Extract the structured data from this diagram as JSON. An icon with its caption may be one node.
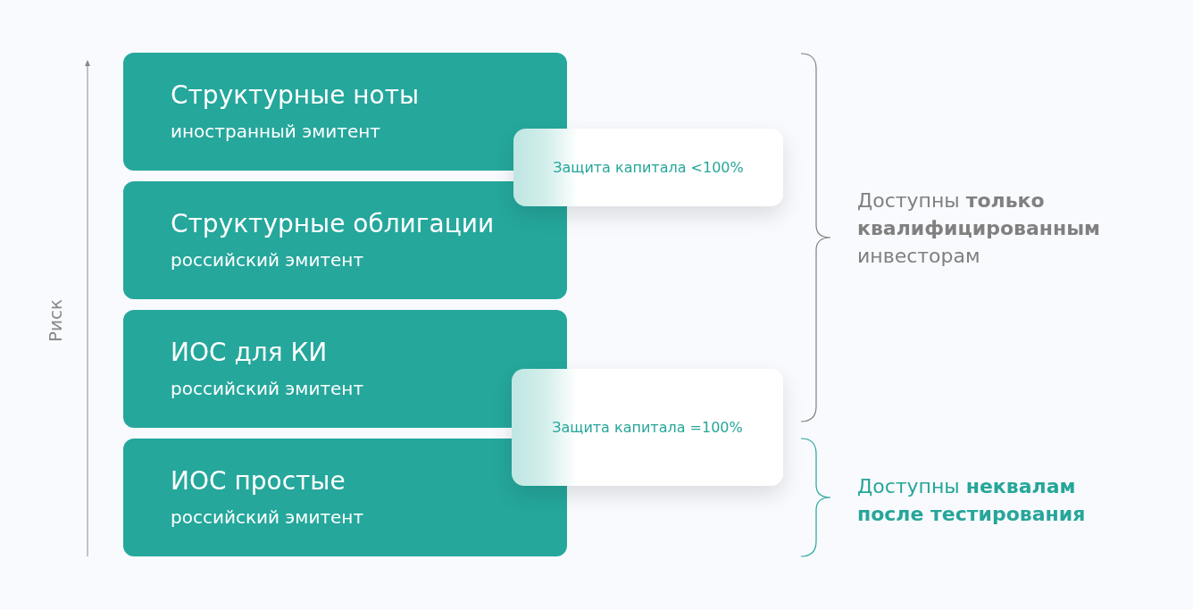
{
  "diagram": {
    "nodes": [
      {
        "text": [
          "Структурные ноты",
          "иностранный эмитент"
        ]
      },
      {
        "text": [
          "Структурные облигации",
          "российский эмитент"
        ]
      },
      {
        "text": [
          "ИОС для КИ",
          "российский эмитент"
        ]
      },
      {
        "text": [
          "ИОС простые",
          "российский эмитент"
        ]
      },
      {
        "text": [
          "Защита капитала <100%"
        ]
      },
      {
        "text": [
          "Защита капитала =100%"
        ]
      }
    ],
    "edges": [],
    "labels": [
      "Риск",
      "Доступны **только квалифицированным** инвесторам",
      "Доступны **неквалам после тестирования**"
    ]
  }
}
